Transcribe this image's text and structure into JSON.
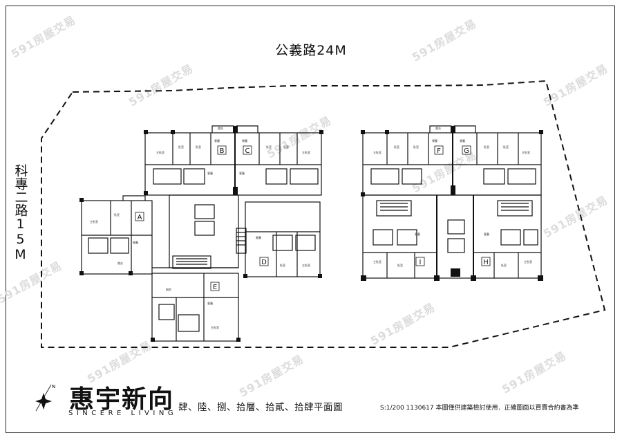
{
  "roads": {
    "top": "公義路24M",
    "left": "科專二路15M"
  },
  "units": {
    "left_block": [
      "A",
      "B",
      "C",
      "D",
      "E"
    ],
    "right_block": [
      "F",
      "G",
      "H",
      "I"
    ]
  },
  "room_labels": {
    "master": "主臥室",
    "bedroom": "臥室",
    "living": "客廳",
    "dining": "餐廳",
    "kitchen": "廚房",
    "balcony": "陽台"
  },
  "brand": {
    "name": "惠宇新向",
    "english": "SINCERE LIVING"
  },
  "legend": {
    "floors": "肆、陸、捌、拾層、拾貳、拾肆平面圖",
    "scale_note": "S:1/200 1130617 本圖僅供建築檢討使用．正確圖面以買賣合約書為準"
  },
  "compass": {
    "label": "N"
  },
  "watermark": "591房屋交易"
}
